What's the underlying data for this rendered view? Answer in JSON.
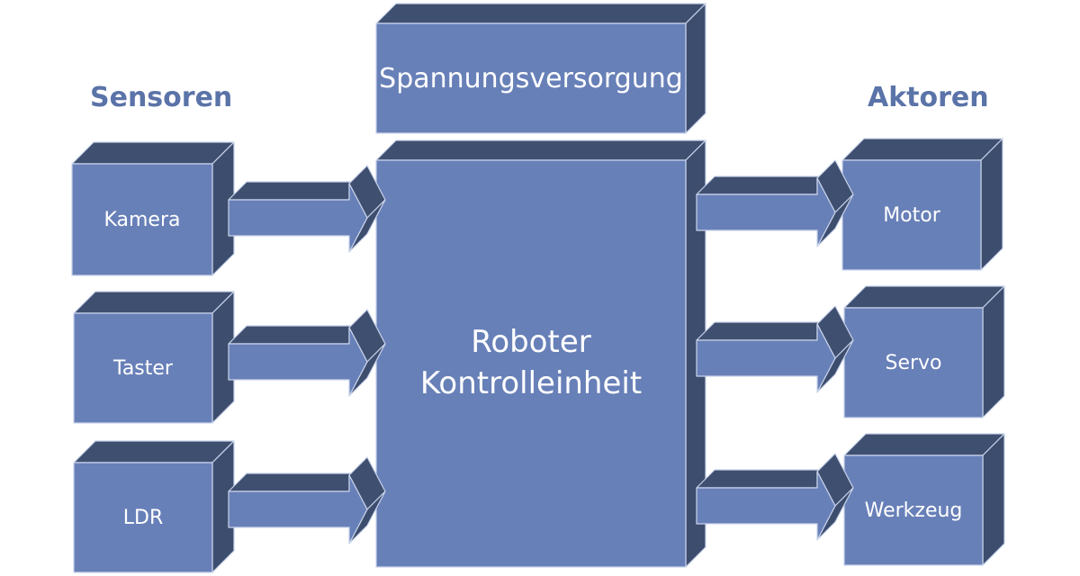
{
  "headings": {
    "sensors": "Sensoren",
    "actuators": "Aktoren"
  },
  "power_supply": {
    "label": "Spannungsversorgung"
  },
  "controller": {
    "line1": "Roboter",
    "line2": "Kontrolleinheit"
  },
  "sensors": [
    {
      "label": "Kamera"
    },
    {
      "label": "Taster"
    },
    {
      "label": "LDR"
    }
  ],
  "actuators": [
    {
      "label": "Motor"
    },
    {
      "label": "Servo"
    },
    {
      "label": "Werkzeug"
    }
  ],
  "colors": {
    "front": "#6880b8",
    "side": "#3d4d6e",
    "top": "#3f4f70",
    "edge": "#c9d4ea",
    "heading": "#5a73a8"
  }
}
